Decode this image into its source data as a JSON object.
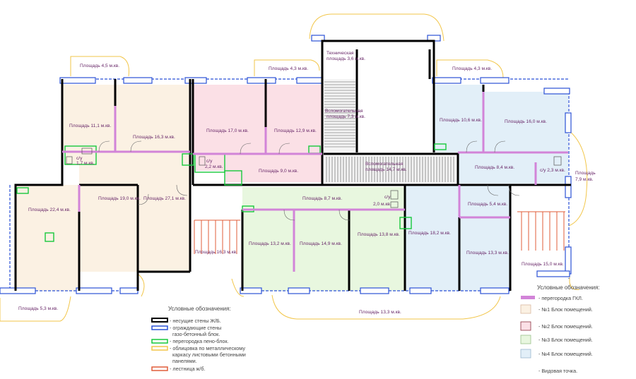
{
  "colors": {
    "block1_fill": "#fbf1e3",
    "block2_fill": "#fbe0e6",
    "block3_fill": "#e8f7df",
    "block4_fill": "#e2eff8",
    "bearing_wall": "#000000",
    "gas_block_wall": "#2b52d6",
    "foam_partition": "#17c93c",
    "facade_cladding": "#f2c64a",
    "stair": "#e05d3a",
    "gkl_partition": "#d284d8",
    "label": "#6a2a6a"
  },
  "room_labels": [
    {
      "id": "balcony-nw",
      "text": "Площадь 4,5 м.кв."
    },
    {
      "id": "room-11-1",
      "text": "Площадь 11,1 м.кв."
    },
    {
      "id": "room-16-3-top",
      "text": "Площадь 16,3 м.кв."
    },
    {
      "id": "balcony-mid",
      "text": "Площадь 4,3 м.кв."
    },
    {
      "id": "room-17-0",
      "text": "Площадь 17,0 м.кв."
    },
    {
      "id": "room-12-9",
      "text": "Площадь 12,9 м.кв."
    },
    {
      "id": "tech-1",
      "text": "Техническая"
    },
    {
      "id": "tech-2",
      "text": "площадь 3,6 м.кв."
    },
    {
      "id": "aux-7-3-1",
      "text": "Вспомогательная"
    },
    {
      "id": "aux-7-3-2",
      "text": "площадь 7,3 м.кв."
    },
    {
      "id": "balcony-ne",
      "text": "Площадь 4,3 м.кв."
    },
    {
      "id": "room-10-6",
      "text": "Площадь 10,6 м.кв."
    },
    {
      "id": "room-16-0",
      "text": "Площадь 16,0 м.кв."
    },
    {
      "id": "bath-w-1",
      "text": "с/у"
    },
    {
      "id": "bath-w-2",
      "text": "1,7 м.кв."
    },
    {
      "id": "bath-c-1",
      "text": "с/у"
    },
    {
      "id": "bath-c-2",
      "text": "2,2 м.кв."
    },
    {
      "id": "room-9-0",
      "text": "Площадь 9,0 м.кв."
    },
    {
      "id": "aux-14-7-1",
      "text": "Вспомогательная"
    },
    {
      "id": "aux-14-7-2",
      "text": "площадь 14,7 м.кв."
    },
    {
      "id": "room-8-4",
      "text": "Площадь 8,4 м.кв."
    },
    {
      "id": "bath-e",
      "text": "с/у 2,3 м.кв."
    },
    {
      "id": "balcony-e-1",
      "text": "Площадь"
    },
    {
      "id": "balcony-e-2",
      "text": "7,9 м.кв."
    },
    {
      "id": "room-22-4",
      "text": "Площадь 22,4 м.кв."
    },
    {
      "id": "room-19-0",
      "text": "Площадь 19,0 м.кв."
    },
    {
      "id": "room-27-1",
      "text": "Площадь 27,1 м.кв."
    },
    {
      "id": "room-8-7",
      "text": "Площадь 8,7 м.кв."
    },
    {
      "id": "bath-s-1",
      "text": "с/у"
    },
    {
      "id": "bath-s-2",
      "text": "2,0 м.кв."
    },
    {
      "id": "room-5-4",
      "text": "Площадь 5,4 м.кв."
    },
    {
      "id": "room-13-2",
      "text": "Площадь 13,2 м.кв."
    },
    {
      "id": "room-14-9",
      "text": "Площадь 14,9 м.кв."
    },
    {
      "id": "room-13-8",
      "text": "Площадь 13,8 м.кв."
    },
    {
      "id": "room-18-2",
      "text": "Площадь 18,2 м.кв."
    },
    {
      "id": "room-13-3",
      "text": "Площадь 13,3 м.кв."
    },
    {
      "id": "stair-w",
      "text": "Площадь 16,3 м.кв."
    },
    {
      "id": "stair-e",
      "text": "Площадь 15,0 м.кв."
    },
    {
      "id": "balcony-sw",
      "text": "Площадь 5,3 м.кв."
    },
    {
      "id": "balcony-s",
      "text": "Площадь 13,3 м.кв."
    }
  ],
  "legend_left": {
    "title": "Условные обозначения:",
    "items": [
      {
        "label": "- несущие стены Ж/Б."
      },
      {
        "label": "- ограждающие стены"
      },
      {
        "label": "газо-бетонный блок."
      },
      {
        "label": "- перегородка пено-блок."
      },
      {
        "label": "- облицовка по металлическому"
      },
      {
        "label": "каркасу листовыми бетонными"
      },
      {
        "label": "панелями."
      },
      {
        "label": "- лестница ж/б."
      }
    ]
  },
  "legend_right": {
    "title": "Условные обозначения:",
    "items": [
      {
        "label": "- перегородка ГКЛ."
      },
      {
        "label": "- №1 Блок помещений."
      },
      {
        "label": "- №2 Блок помещений."
      },
      {
        "label": "- №3 Блок помещений."
      },
      {
        "label": "- №4 Блок помещений."
      },
      {
        "label": "- Видовая точка."
      }
    ]
  }
}
